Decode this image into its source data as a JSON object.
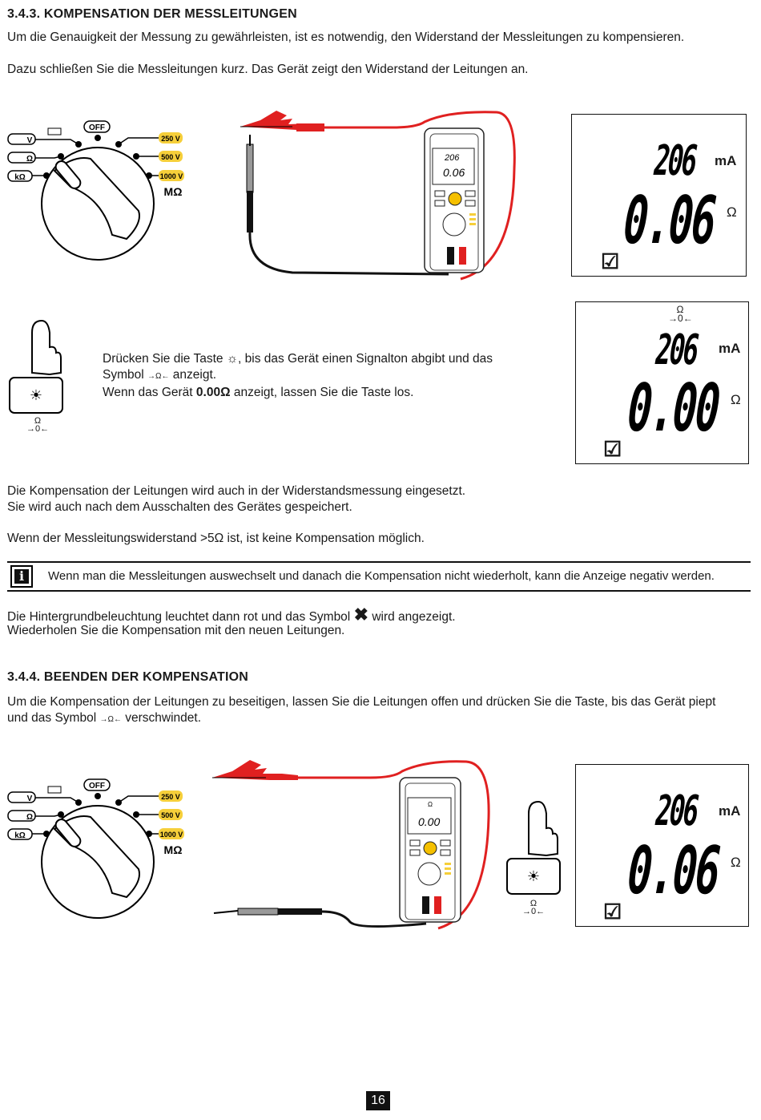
{
  "section1": {
    "heading": "3.4.3. KOMPENSATION DER MESSLEITUNGEN",
    "para1": "Um die Genauigkeit der Messung zu gewährleisten, ist es notwendig, den Widerstand der Messleitungen zu kompensieren.",
    "para2": "Dazu schließen Sie die Messleitungen kurz. Das Gerät zeigt den Widerstand der Leitungen an."
  },
  "dial": {
    "off": "OFF",
    "left_labels": [
      "V",
      "Ω",
      "kΩ"
    ],
    "right_labels": [
      "250 V",
      "500 V",
      "1000 V"
    ],
    "unit": "MΩ"
  },
  "meter": {
    "display_top": "206",
    "display_main_1": "0.06",
    "display_main_2": "0.00"
  },
  "lcd1": {
    "top_value": "206",
    "top_unit": "mA",
    "main_value": "0.06",
    "main_unit": "Ω"
  },
  "instruction": {
    "line1_a": "Drücken Sie die Taste",
    "line1_b": ", bis das Gerät einen Signalton abgibt und das",
    "line2_a": "Symbol",
    "line2_b": "anzeigt.",
    "line3_a": "Wenn das Gerät",
    "line3_bold": "0.00Ω",
    "line3_b": "anzeigt, lassen Sie die Taste los."
  },
  "zero_symbol": {
    "omega": "Ω",
    "zero": "0"
  },
  "lcd2": {
    "top_value": "206",
    "top_unit": "mA",
    "main_value": "0.00",
    "main_unit": "Ω"
  },
  "para3": "Die Kompensation der Leitungen wird auch in der Widerstandsmessung eingesetzt.",
  "para4": "Sie wird auch nach dem Ausschalten des Gerätes gespeichert.",
  "para5": "Wenn der Messleitungswiderstand >5Ω ist, ist keine Kompensation möglich.",
  "info": {
    "icon": "i",
    "text": "Wenn man die Messleitungen auswechselt und danach die Kompensation nicht wiederholt, kann die Anzeige negativ werden."
  },
  "para6_a": "Die Hintergrundbeleuchtung leuchtet dann rot und das Symbol",
  "para6_b": "wird angezeigt.",
  "para7": "Wiederholen Sie die Kompensation mit den neuen Leitungen.",
  "section2": {
    "heading": "3.4.4. BEENDEN DER KOMPENSATION",
    "para1": "Um die Kompensation der Leitungen zu beseitigen, lassen Sie die Leitungen offen und drücken Sie die Taste, bis das Gerät piept",
    "para2_a": "und das Symbol",
    "para2_b": "verschwindet."
  },
  "lcd3": {
    "top_value": "206",
    "top_unit": "mA",
    "main_value": "0.06",
    "main_unit": "Ω"
  },
  "page_number": "16"
}
